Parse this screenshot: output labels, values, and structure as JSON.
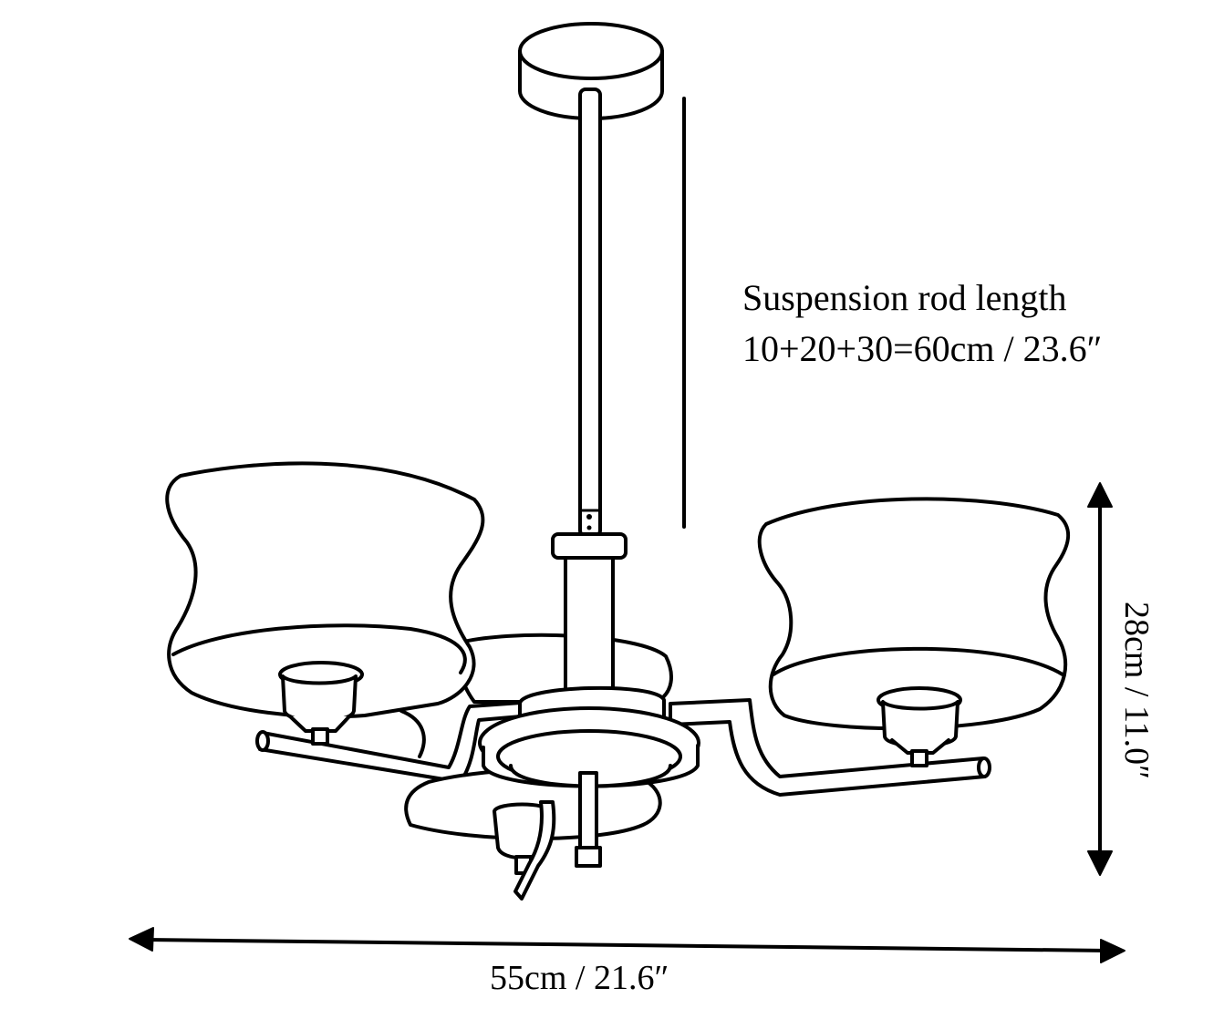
{
  "labels": {
    "rod_title": "Suspension rod length",
    "rod_value": "10+20+30=60cm / 23.6″",
    "height": "28cm / 11.0″",
    "width": "55cm / 21.6″"
  },
  "colors": {
    "stroke": "#000000",
    "fill": "#ffffff"
  }
}
